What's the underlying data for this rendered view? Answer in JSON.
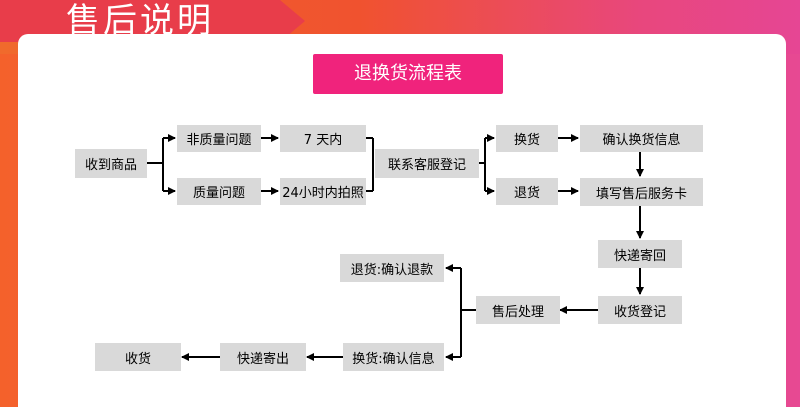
{
  "header": {
    "title": "售后说明"
  },
  "subtitle": "退换货流程表",
  "nodes": {
    "receive": "收到商品",
    "non_quality": "非质量问题",
    "quality": "质量问题",
    "seven_days": "7 天内",
    "photo_24h": "24小时内拍照",
    "contact_cs": "联系客服登记",
    "exchange": "换货",
    "return": "退货",
    "confirm_exchange_info": "确认换货信息",
    "fill_card": "填写售后服务卡",
    "express_back": "快递寄回",
    "receipt_register": "收货登记",
    "after_sales": "售后处理",
    "return_confirm_refund": "退货:确认退款",
    "exchange_confirm_info": "换货:确认信息",
    "express_out": "快递寄出",
    "final_receive": "收货"
  },
  "colors": {
    "accent_pink": "#f0237c",
    "box_gray": "#d9d9d9",
    "arrow": "#000000"
  }
}
